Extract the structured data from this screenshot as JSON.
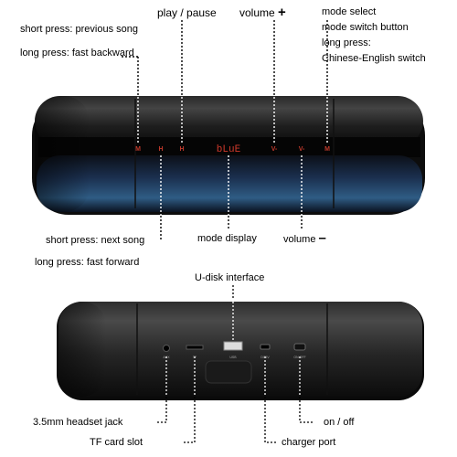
{
  "top": {
    "labels": {
      "short_prev": "short press: previous song",
      "long_back": "long press: fast backward",
      "play_pause": "play / pause",
      "volume_up": "volume",
      "volume_up_symbol": "+",
      "mode_select_1": "mode select",
      "mode_select_2": "mode switch button",
      "mode_select_3": "long press:",
      "mode_select_4": "Chinese-English switch",
      "short_next": "short press: next song",
      "long_forward": "long press: fast forward",
      "mode_display": "mode display",
      "volume_down": "volume",
      "volume_down_symbol": "–"
    },
    "display_text": "bLuE",
    "buttons": [
      "M",
      "H",
      "H",
      "V-",
      "V-",
      "M"
    ]
  },
  "bottom": {
    "labels": {
      "u_disk": "U-disk interface",
      "headset": "3.5mm headset jack",
      "tf_slot": "TF card slot",
      "charger": "charger port",
      "on_off": "on / off"
    },
    "port_labels": [
      "AUX",
      "TF",
      "USB",
      "DC5V",
      "ON OFF"
    ]
  }
}
